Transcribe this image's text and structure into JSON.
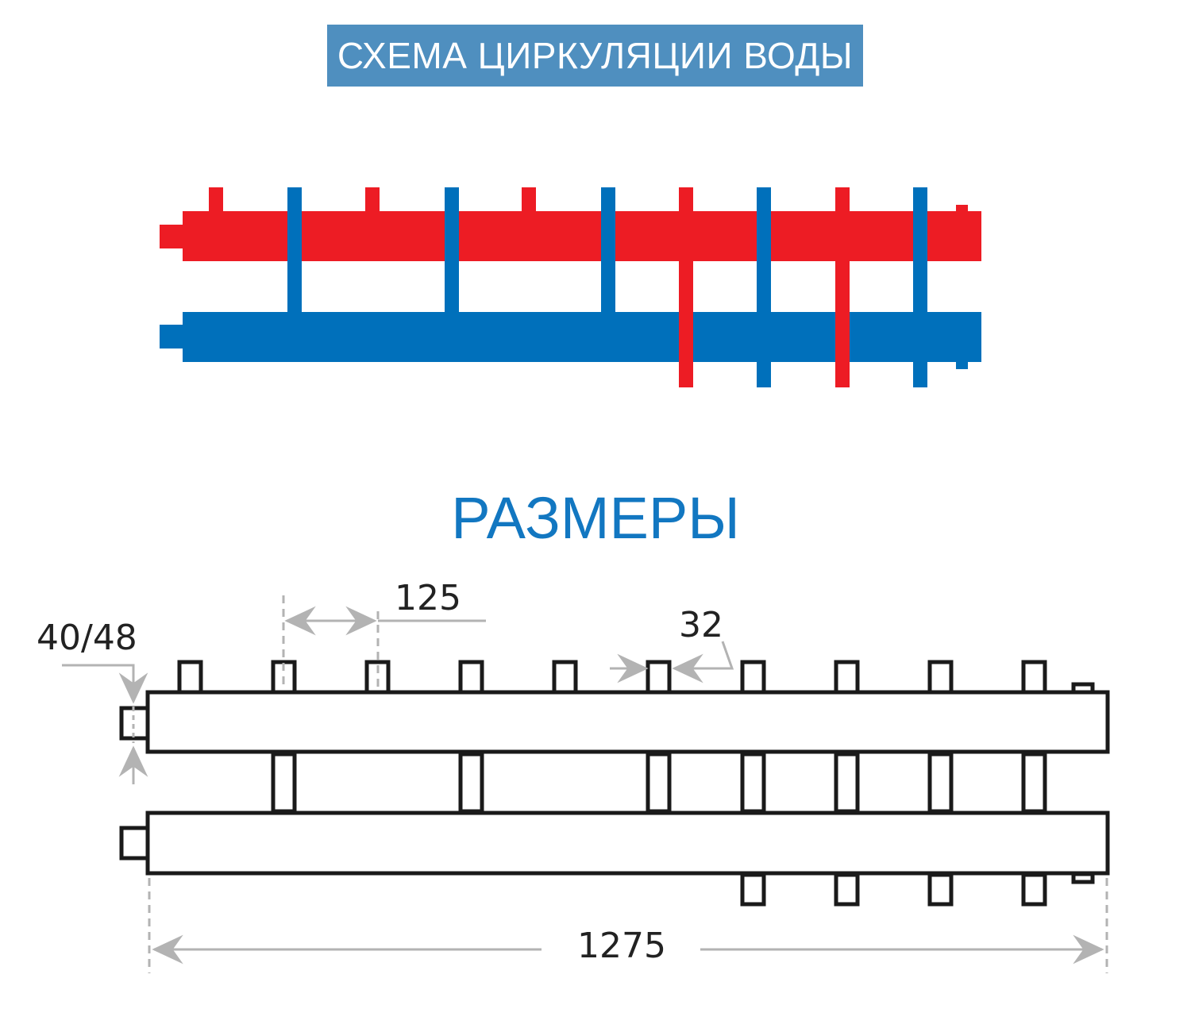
{
  "header": {
    "title": "СХЕМА ЦИРКУЛЯЦИИ ВОДЫ"
  },
  "sizes": {
    "title": "РАЗМЕРЫ",
    "pitch": "125",
    "inlet_diameter": "40/48",
    "outlet_diameter": "32",
    "total_length": "1275"
  },
  "colors": {
    "banner": "#4f8fbf",
    "hot": "#ed1c24",
    "cold": "#0070bb",
    "outline": "#1a1a1a",
    "dimension": "#b3b3b3"
  }
}
